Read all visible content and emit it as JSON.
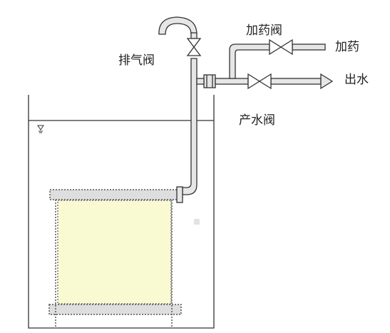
{
  "labels": {
    "exhaust_valve": "排气阀",
    "dosing_valve": "加药阀",
    "dosing": "加药",
    "water_out": "出水",
    "production_valve": "产水阀"
  },
  "colors": {
    "line": "#333333",
    "pipe_fill": "#e6e6e6",
    "module_fill": "#fafad2",
    "frame_dots": "#555555"
  }
}
